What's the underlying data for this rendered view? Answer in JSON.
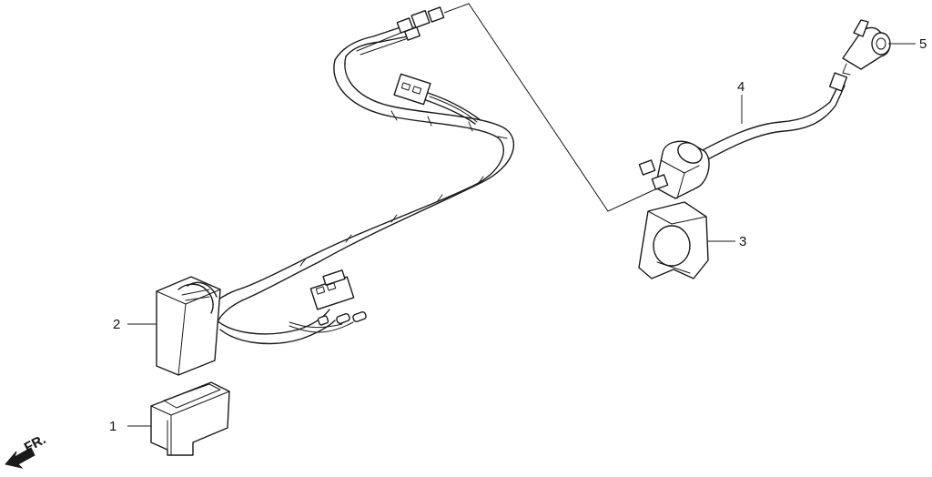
{
  "callouts": {
    "part1": "1",
    "part2": "2",
    "part3": "3",
    "part4": "4",
    "part5": "5"
  },
  "direction_label": "FR.",
  "icons": {
    "direction": "front-arrow-icon"
  },
  "colors": {
    "ink": "#1a1a1a",
    "background": "#ffffff"
  }
}
